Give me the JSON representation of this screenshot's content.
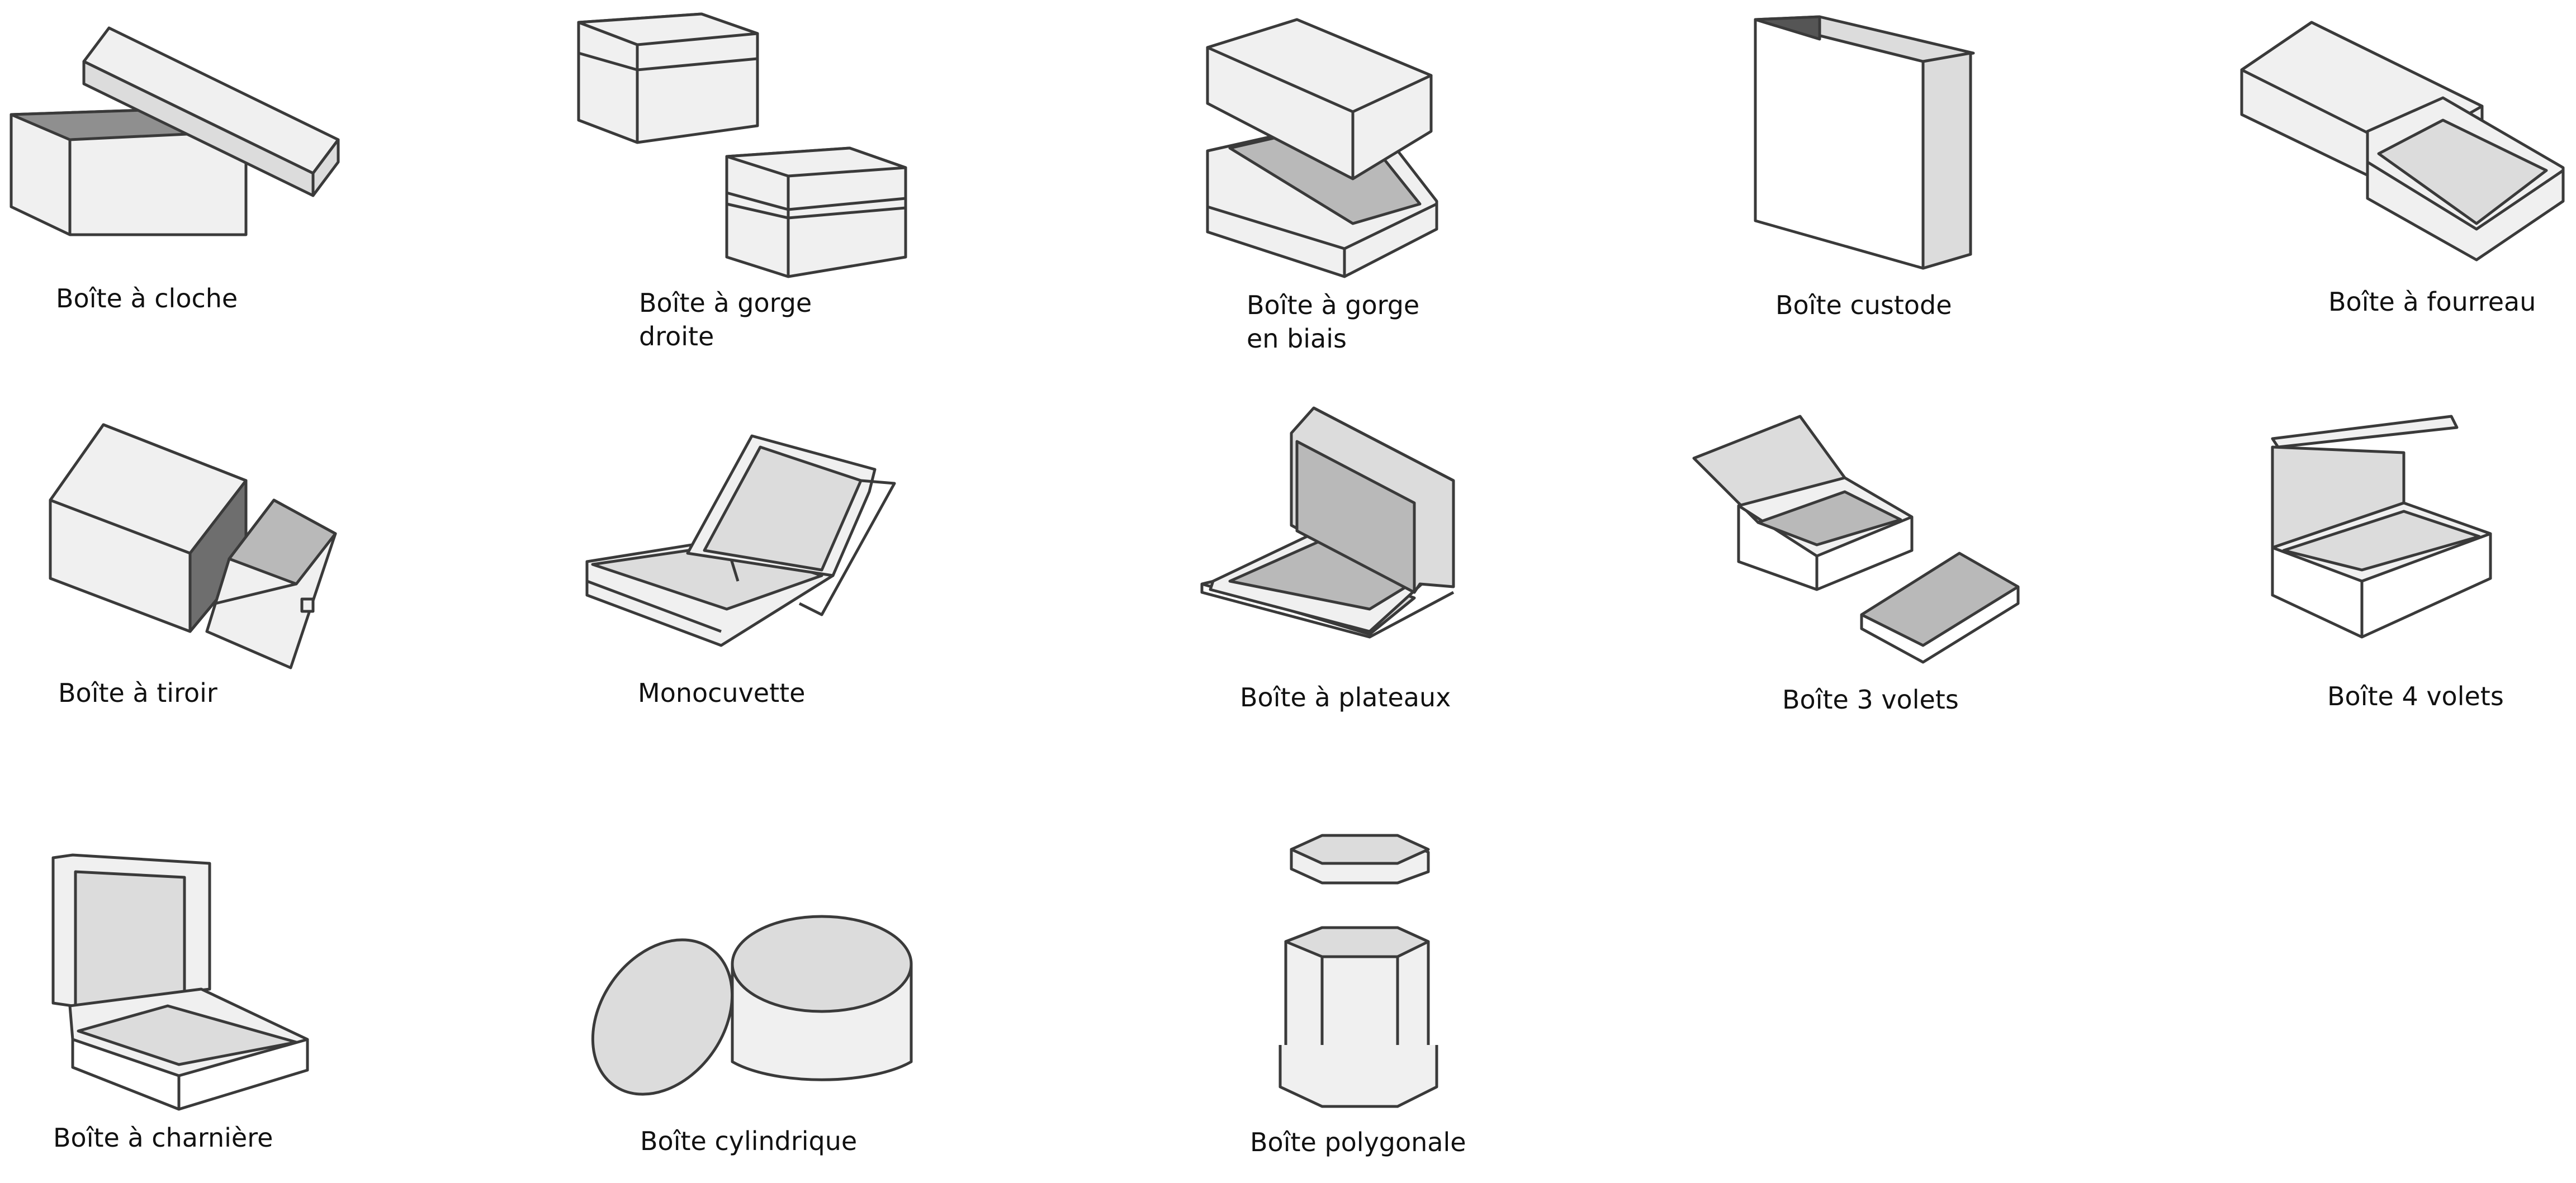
{
  "palette": {
    "light": "#f0f0f0",
    "mid": "#dcdcdc",
    "dark": "#b9b9b9",
    "darker": "#8f8f8f",
    "stroke": "#3a3a3a",
    "text": "#111111"
  },
  "boxes": [
    {
      "id": "cloche",
      "label": "Boîte à cloche"
    },
    {
      "id": "gorge-droite",
      "label_line1": "Boîte à gorge",
      "label_line2": "droite"
    },
    {
      "id": "gorge-biais",
      "label_line1": "Boîte à gorge",
      "label_line2": "en biais"
    },
    {
      "id": "custode",
      "label": "Boîte custode"
    },
    {
      "id": "fourreau",
      "label": "Boîte à fourreau"
    },
    {
      "id": "tiroir",
      "label": "Boîte à tiroir"
    },
    {
      "id": "monocuvette",
      "label": "Monocuvette"
    },
    {
      "id": "plateaux",
      "label": "Boîte à plateaux"
    },
    {
      "id": "3-volets",
      "label": "Boîte 3 volets"
    },
    {
      "id": "4-volets",
      "label": "Boîte 4 volets"
    },
    {
      "id": "charniere",
      "label": "Boîte à charnière"
    },
    {
      "id": "cylindrique",
      "label": "Boîte cylindrique"
    },
    {
      "id": "polygonale",
      "label": "Boîte polygonale"
    }
  ]
}
